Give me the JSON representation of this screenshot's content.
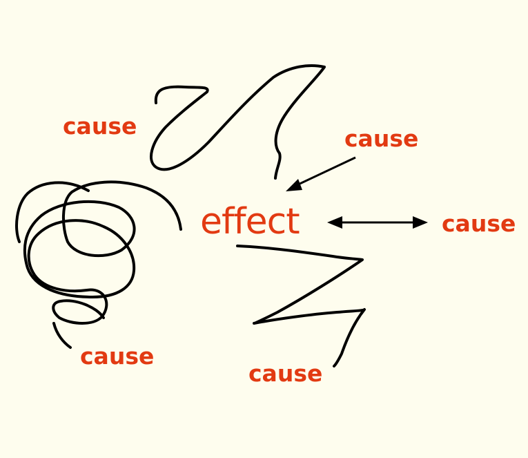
{
  "diagram": {
    "center_label": "effect",
    "causes": [
      {
        "id": "top-left",
        "label": "cause"
      },
      {
        "id": "top-right",
        "label": "cause"
      },
      {
        "id": "right",
        "label": "cause"
      },
      {
        "id": "bottom-left",
        "label": "cause"
      },
      {
        "id": "bottom",
        "label": "cause"
      }
    ],
    "colors": {
      "background": "#fefdee",
      "label": "#e23a12",
      "stroke": "#000000"
    }
  }
}
